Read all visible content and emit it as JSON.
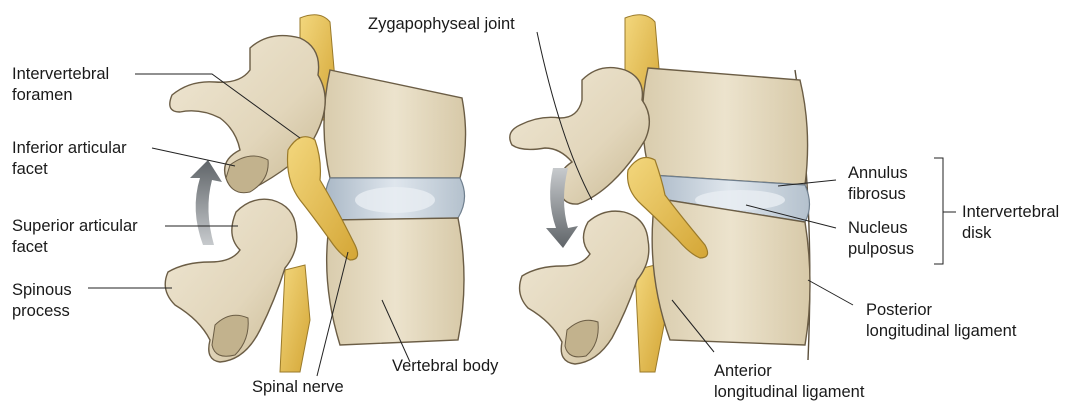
{
  "labels": {
    "zygapophyseal_joint": "Zygapophyseal joint",
    "intervertebral_foramen": [
      "Intervertebral",
      "foramen"
    ],
    "inferior_articular_facet": [
      "Inferior articular",
      "facet"
    ],
    "superior_articular_facet": [
      "Superior articular",
      "facet"
    ],
    "spinous_process": [
      "Spinous",
      "process"
    ],
    "spinal_nerve": "Spinal nerve",
    "vertebral_body": "Vertebral body",
    "annulus_fibrosus": [
      "Annulus",
      "fibrosus"
    ],
    "nucleus_pulposus": [
      "Nucleus",
      "pulposus"
    ],
    "intervertebral_disk": [
      "Intervertebral",
      "disk"
    ],
    "posterior_longitudinal_ligament": [
      "Posterior",
      "longitudinal ligament"
    ],
    "anterior_longitudinal_ligament": [
      "Anterior",
      "longitudinal ligament"
    ]
  },
  "colors": {
    "bone": "#e6dcc4",
    "bone_shadow": "#b7a887",
    "bone_outline": "#6b5d45",
    "nerve": "#e9c25a",
    "disk": "#c9d4de",
    "arrow": "#6e7378",
    "leader": "#222222"
  }
}
